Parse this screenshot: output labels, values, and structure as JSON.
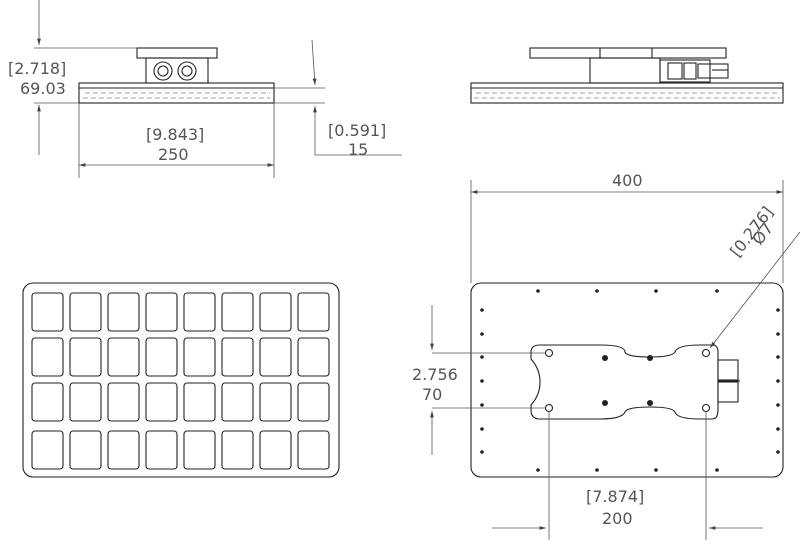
{
  "dimensions": {
    "height_inch": "[2.718]",
    "height_mm": "69.03",
    "plate_thickness_inch": "[0.591]",
    "plate_thickness_mm": "15",
    "width_inch": "[9.843]",
    "width_mm": "250",
    "length_mm": "400",
    "hole_diameter_inch": "[0.276]",
    "hole_diameter_mm": "Ø7",
    "hole_spacing_y_inch": "2.756",
    "hole_spacing_y_mm": "70",
    "hole_spacing_x_inch": "[7.874]",
    "hole_spacing_x_mm": "200"
  },
  "views": {
    "end_view": "end-view",
    "side_view": "side-view",
    "bottom_view": "bottom-view",
    "top_view": "top-view"
  }
}
